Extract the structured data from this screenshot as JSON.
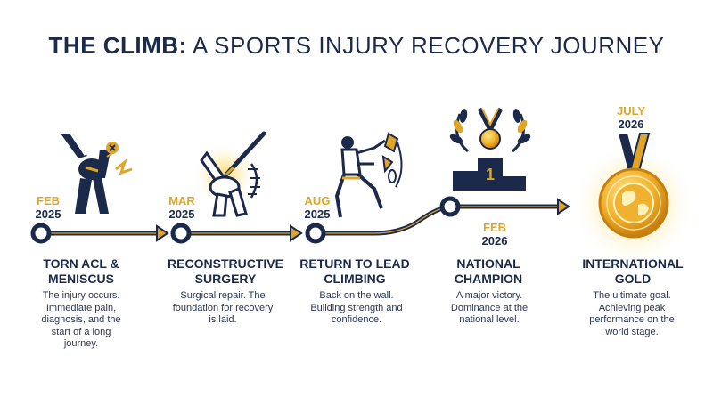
{
  "title": {
    "bold": "THE CLIMB:",
    "rest": "A SPORTS INJURY RECOVERY JOURNEY"
  },
  "milestones": [
    {
      "month": "FEB",
      "year": "2025",
      "label": "TORN ACL & MENISCUS",
      "desc": "The injury occurs. Immediate pain, diagnosis, and the start of a long journey.",
      "icon": "injured-knee-icon"
    },
    {
      "month": "MAR",
      "year": "2025",
      "label": "RECONSTRUCTIVE SURGERY",
      "desc": "Surgical repair. The foundation for recovery is laid.",
      "icon": "scalpel-knee-icon"
    },
    {
      "month": "AUG",
      "year": "2025",
      "label": "RETURN TO LEAD CLIMBING",
      "desc": "Back on the wall. Building strength and confidence.",
      "icon": "climber-icon"
    },
    {
      "month": "FEB",
      "year": "2026",
      "label": "NATIONAL CHAMPION",
      "desc": "A major victory. Dominance at the national level.",
      "icon": "podium-medal-icon"
    },
    {
      "month": "JULY",
      "year": "2026",
      "label": "INTERNATIONAL GOLD",
      "desc": "The ultimate goal. Achieving peak performance on the world stage.",
      "icon": "gold-globe-medal-icon"
    }
  ],
  "podium_number": "1",
  "colors": {
    "navy": "#1b2a4a",
    "gold": "#e0a526",
    "bg": "#ffffff"
  }
}
